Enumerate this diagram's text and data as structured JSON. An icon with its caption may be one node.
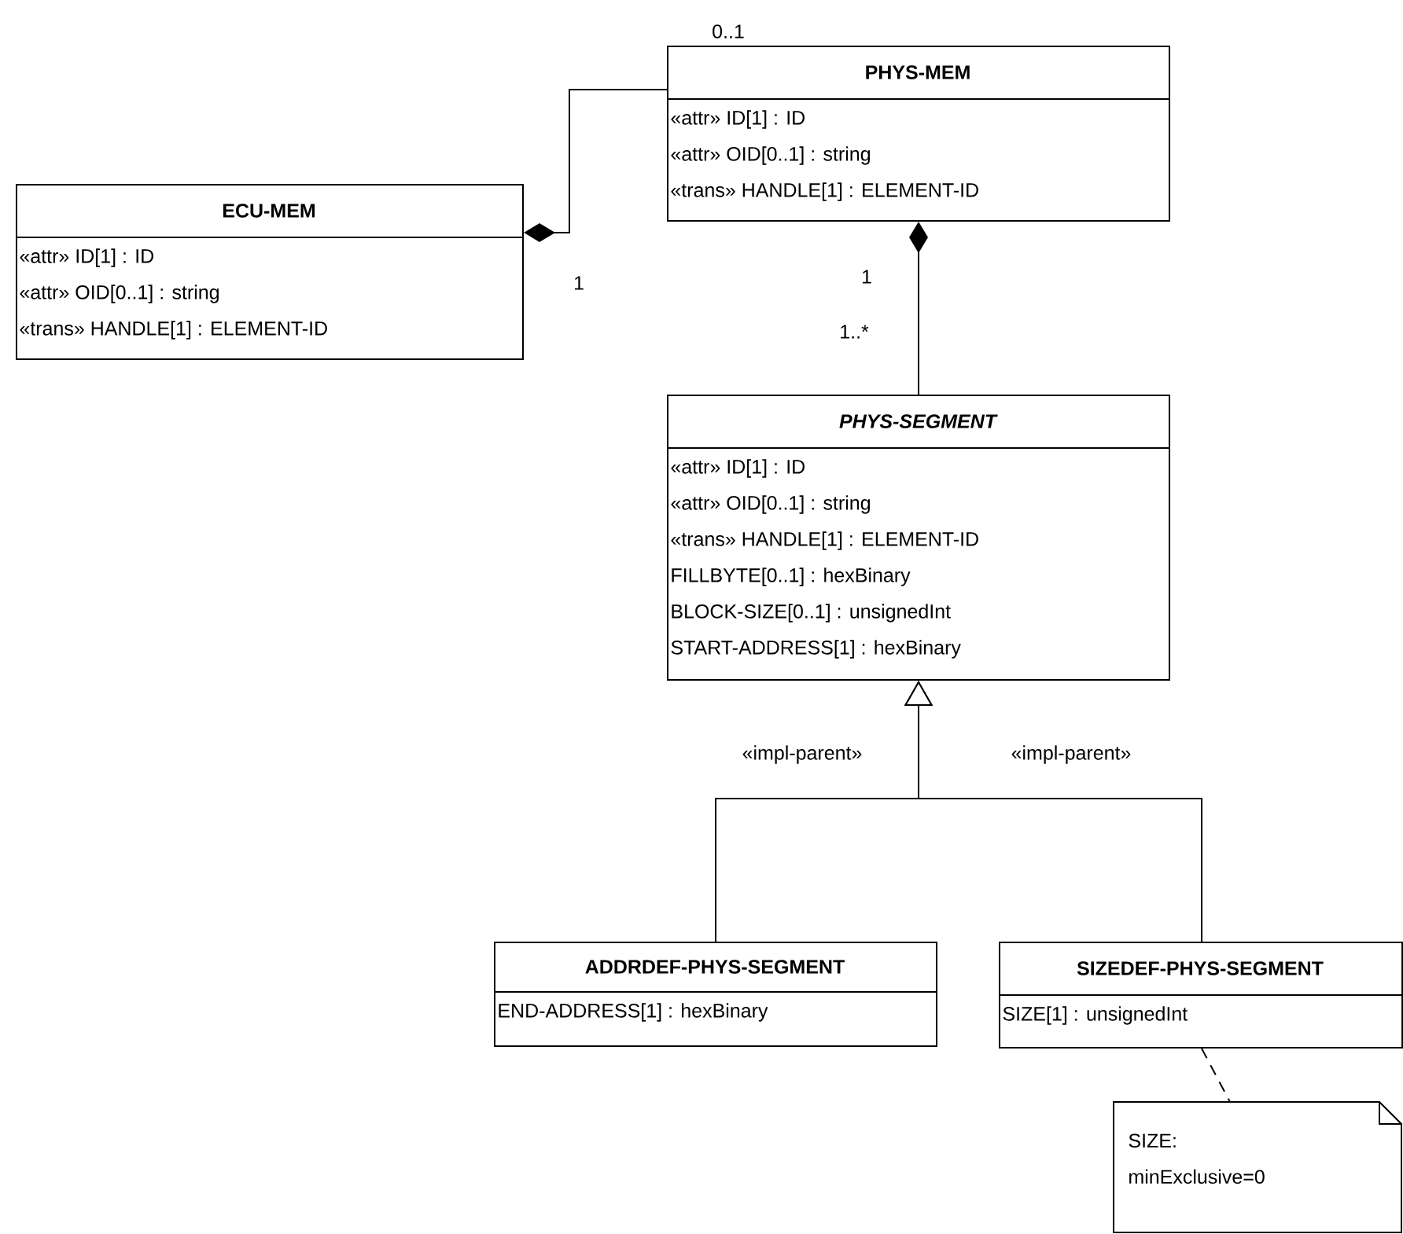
{
  "diagram": {
    "nodes": [
      {
        "text": [
          "PHYS-MEM",
          "«attr» ID[1] : ID",
          "«attr» OID[0..1] : string",
          "«trans» HANDLE[1] : ELEMENT-ID"
        ]
      },
      {
        "text": [
          "ECU-MEM",
          "«attr» ID[1] : ID",
          "«attr» OID[0..1] : string",
          "«trans» HANDLE[1] : ELEMENT-ID"
        ]
      },
      {
        "text": [
          "PHYS-SEGMENT",
          "«attr» ID[1] : ID",
          "«attr» OID[0..1] : string",
          "«trans» HANDLE[1] : ELEMENT-ID",
          "FILLBYTE[0..1] : hexBinary",
          "BLOCK-SIZE[0..1] : unsignedInt",
          "START-ADDRESS[1] : hexBinary"
        ]
      },
      {
        "text": [
          "ADDRDEF-PHYS-SEGMENT",
          "END-ADDRESS[1] : hexBinary"
        ]
      },
      {
        "text": [
          "SIZEDEF-PHYS-SEGMENT",
          "SIZE[1] : unsignedInt"
        ]
      },
      {
        "text": [
          "SIZE: minExclusive=0"
        ]
      }
    ],
    "edges": [
      {
        "from": 1,
        "to": 0,
        "arrow": "other"
      },
      {
        "from": 0,
        "to": 2,
        "arrow": "other"
      },
      {
        "from": 3,
        "to": 2,
        "arrow": "to",
        "label": "«impl-parent»"
      },
      {
        "from": 4,
        "to": 2,
        "arrow": "to",
        "label": "«impl-parent»"
      },
      {
        "from": 4,
        "to": 5,
        "arrow": "none",
        "style": "dashed"
      }
    ],
    "labels": [
      "0..1",
      "1",
      "1",
      "1..*"
    ]
  }
}
